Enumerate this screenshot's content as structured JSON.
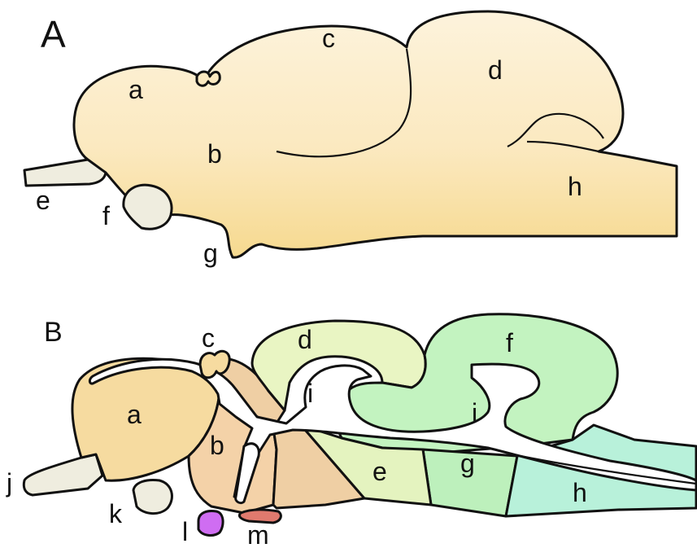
{
  "panel_a": {
    "title": "A",
    "labels": {
      "a": "a",
      "b": "b",
      "c": "c",
      "d": "d",
      "e": "e",
      "f": "f",
      "g": "g",
      "h": "h"
    }
  },
  "panel_b": {
    "title": "B",
    "labels": {
      "a": "a",
      "b": "b",
      "c": "c",
      "d": "d",
      "e": "e",
      "f": "f",
      "g": "g",
      "h": "h",
      "i1": "i",
      "i2": "i",
      "j": "j",
      "k": "k",
      "l": "l",
      "m": "m"
    }
  },
  "colors": {
    "brain_light": "#fdf1d6",
    "brain_dark": "#f8dc9c",
    "bulb_grey": "#efeddf",
    "region_a": "#f6dba0",
    "region_b": "#f4d2a8",
    "region_tan": "#efcfa4",
    "region_d": "#e9f5c3",
    "region_e": "#e4f3bf",
    "region_f": "#c3f3c0",
    "region_g": "#bdf0bc",
    "region_h": "#b8f1da",
    "region_l": "#cf6df2",
    "region_m": "#e07a6e",
    "ventricle": "#ffffff"
  }
}
